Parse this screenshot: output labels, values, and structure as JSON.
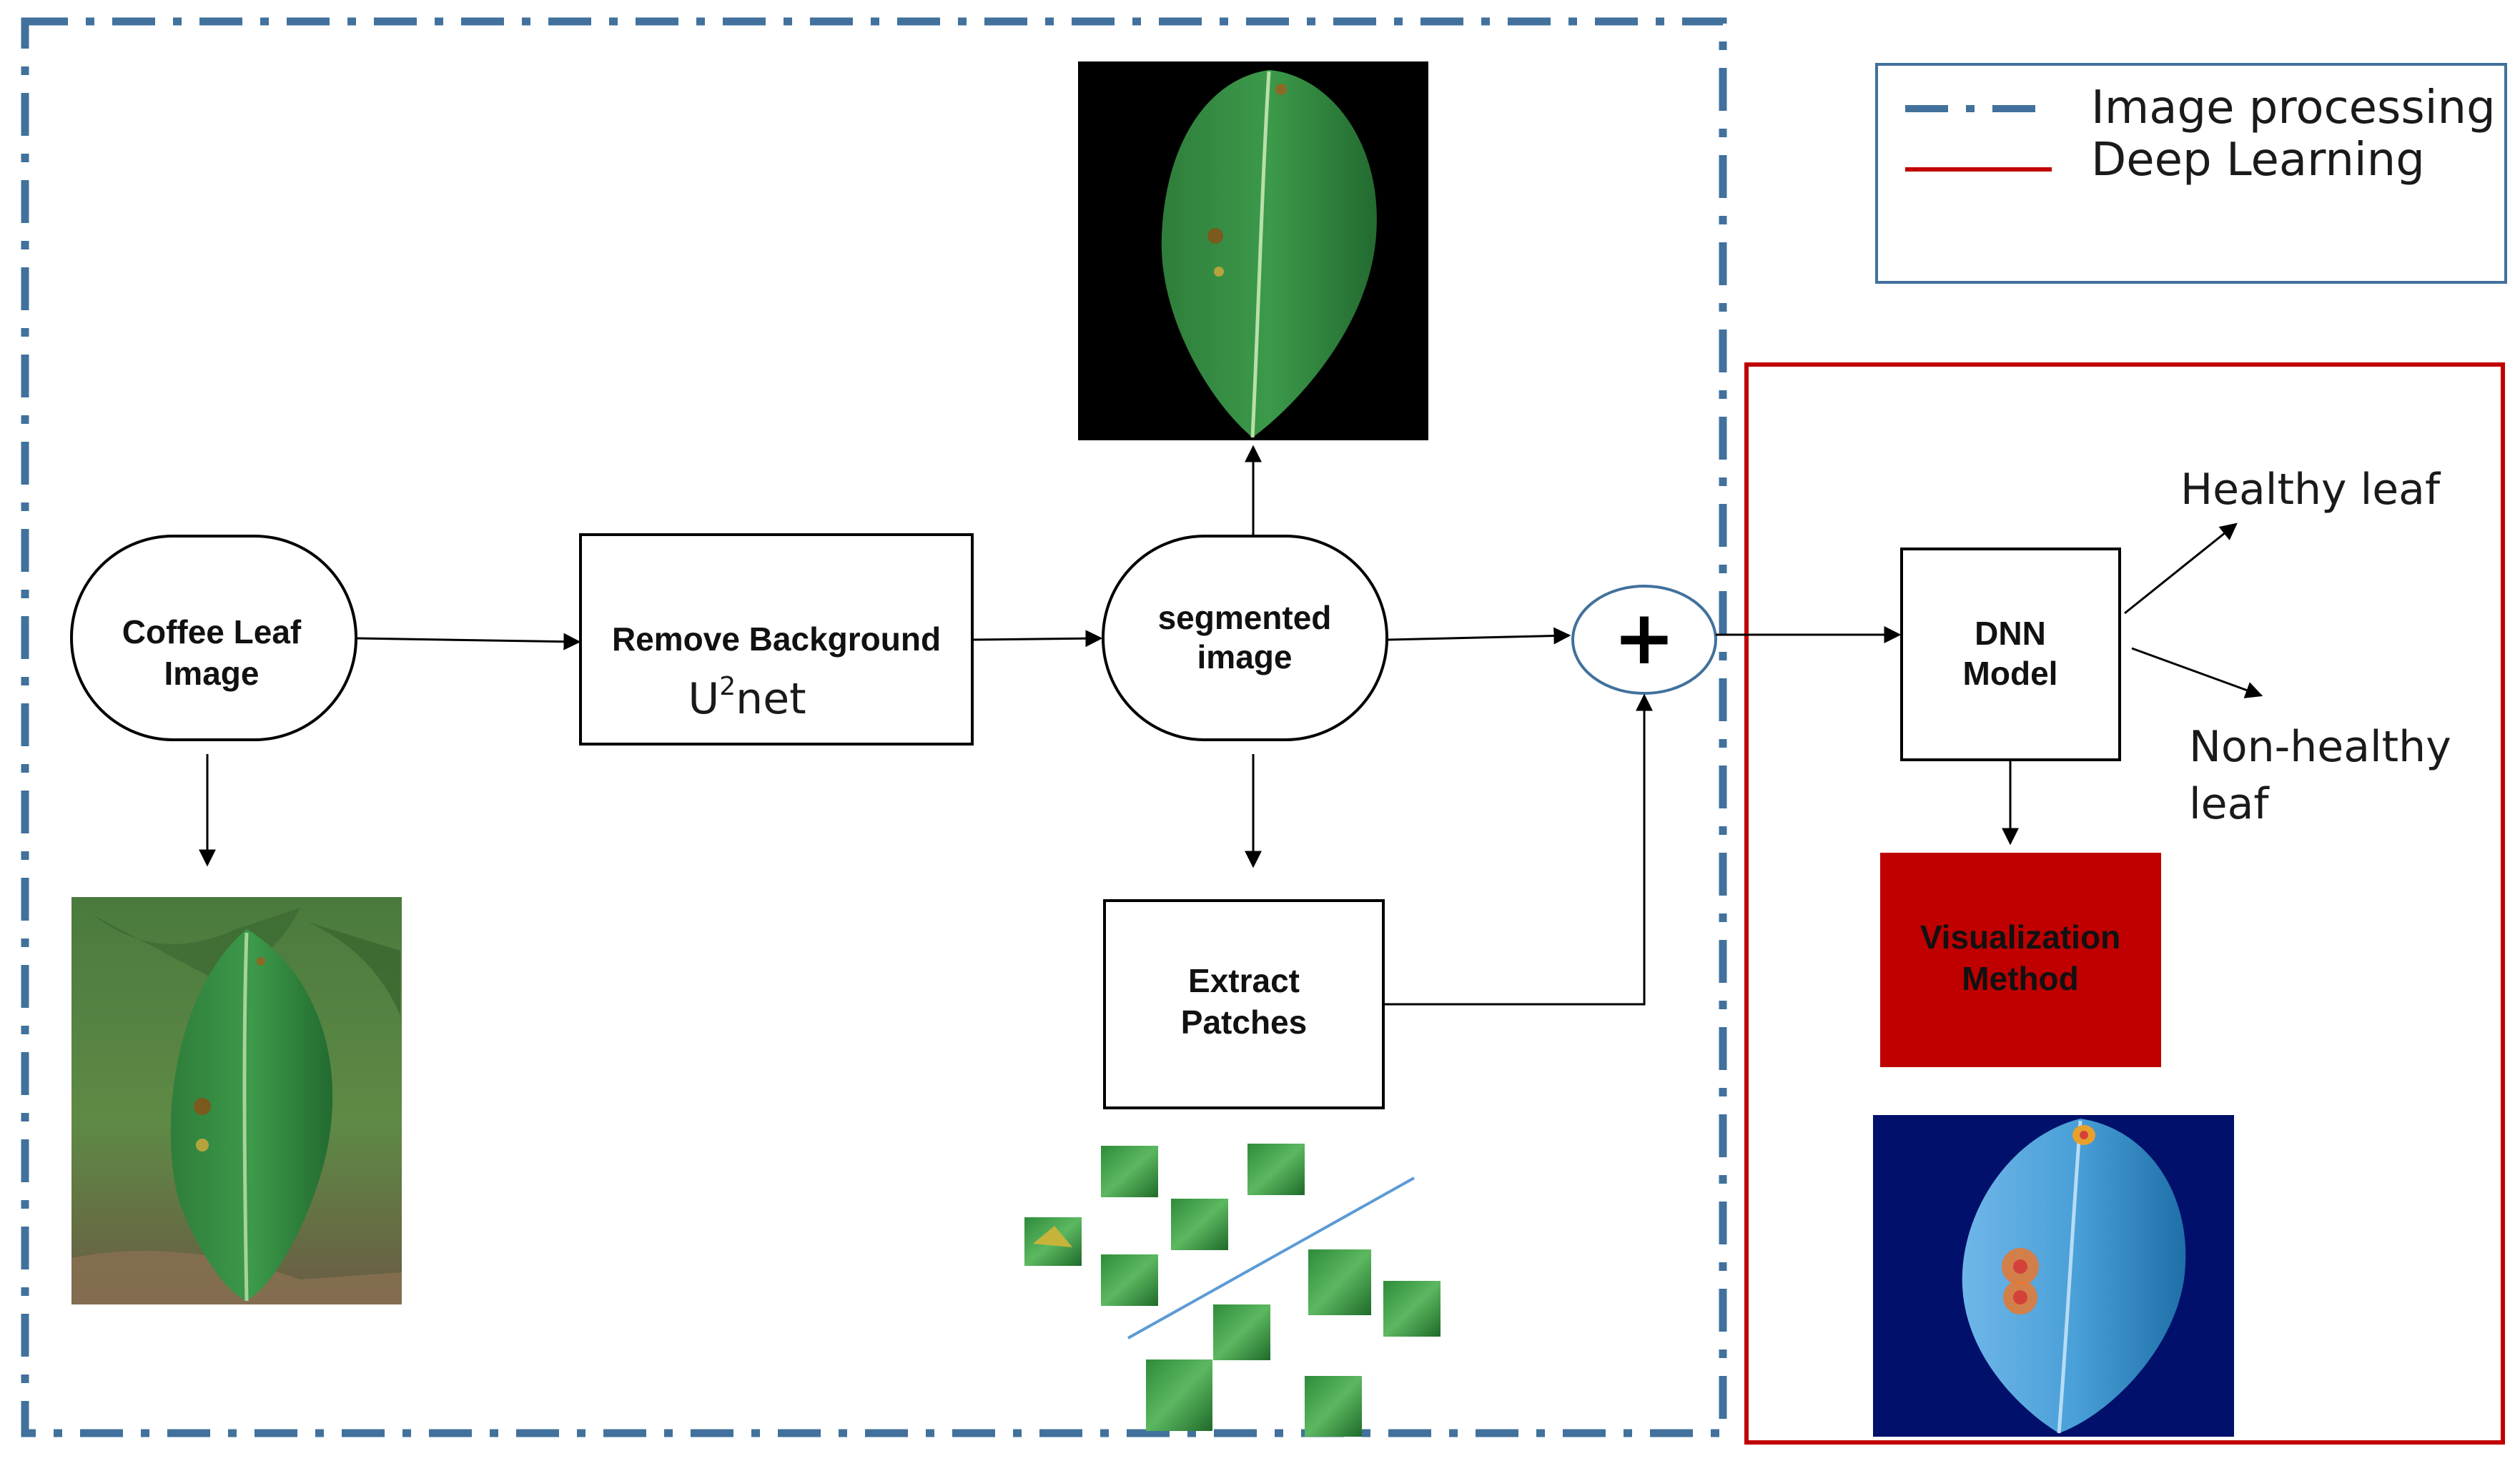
{
  "legend": {
    "image_processing": "Image processing",
    "deep_learning": "Deep Learning"
  },
  "nodes": {
    "coffee_leaf_line1": "Coffee Leaf",
    "coffee_leaf_line2": "Image",
    "remove_bg": "Remove Background",
    "u2net_base": "U",
    "u2net_sup": "2",
    "u2net_rest": "net",
    "segmented_line1": "segmented",
    "segmented_line2": "image",
    "extract_line1": "Extract",
    "extract_line2": "Patches",
    "combine_symbol": "+",
    "dnn_line1": "DNN",
    "dnn_line2": "Model",
    "viz_line1": "Visualization",
    "viz_line2": "Method"
  },
  "outputs": {
    "healthy": "Healthy leaf",
    "non_healthy_line1": "Non-healthy",
    "non_healthy_line2": "leaf"
  },
  "colors": {
    "image_processing_border": "#41719c",
    "deep_learning_border": "#c00000",
    "visualization_fill": "#c00000",
    "legend_border": "#41719c",
    "patch_divider": "#5b9bd5"
  }
}
